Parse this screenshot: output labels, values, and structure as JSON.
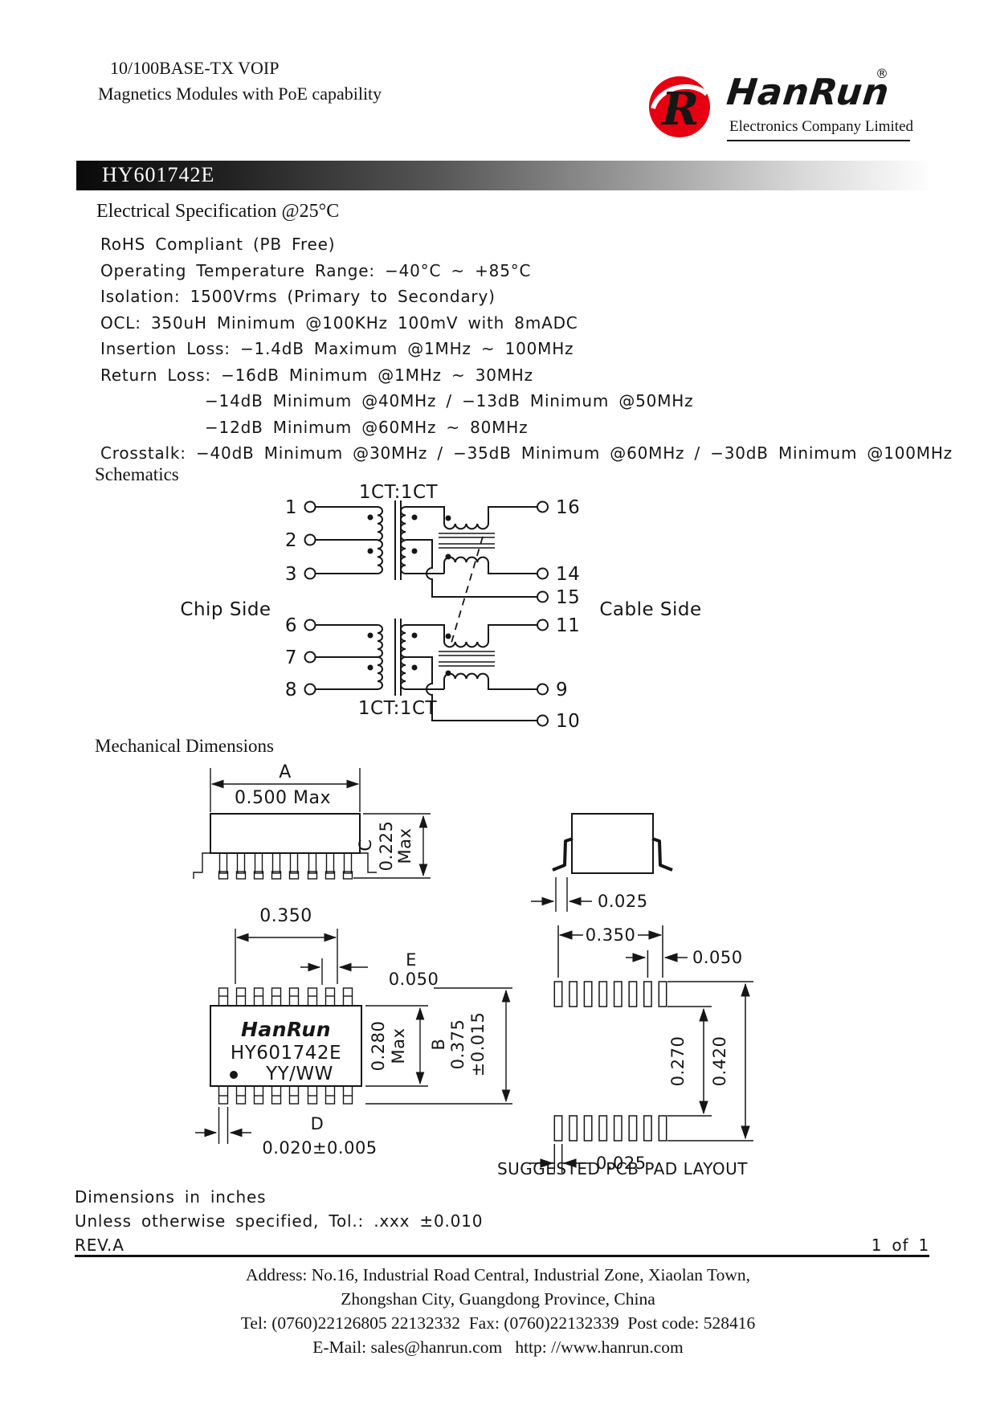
{
  "header": {
    "product_line1": "10/100BASE-TX VOIP",
    "product_line2": "Magnetics Modules with PoE capability",
    "logo": {
      "symbol": "R",
      "brand": "HanRun",
      "registered_mark": "®",
      "subtitle": "Electronics Company Limited",
      "circle_color": "#e60012",
      "symbol_color": "#ffd400"
    }
  },
  "part_banner": {
    "part_number": "HY601742E"
  },
  "electrical": {
    "heading": "Electrical Specification @25°C",
    "lines": [
      "RoHS Compliant (PB Free)",
      "Operating Temperature Range: −40°C ~ +85°C",
      "Isolation: 1500Vrms (Primary to Secondary)",
      "OCL: 350uH Minimum @100KHz 100mV with 8mADC",
      "Insertion Loss: −1.4dB Maximum @1MHz ~ 100MHz",
      "Return Loss: −16dB Minimum @1MHz ~ 30MHz",
      "−14dB Minimum @40MHz / −13dB Minimum @50MHz",
      "−12dB Minimum @60MHz ~ 80MHz",
      "Crosstalk: −40dB Minimum @30MHz / −35dB Minimum @60MHz / −30dB Minimum @100MHz"
    ]
  },
  "schematic": {
    "heading": "Schematics",
    "turns_ratio_top": "1CT:1CT",
    "turns_ratio_bottom": "1CT:1CT",
    "chip_side_label": "Chip Side",
    "cable_side_label": "Cable Side",
    "left_pins": [
      "1",
      "2",
      "3",
      "6",
      "7",
      "8"
    ],
    "right_pins": [
      "16",
      "14",
      "15",
      "11",
      "9",
      "10"
    ]
  },
  "mechanical": {
    "heading": "Mechanical Dimensions",
    "dim_a_label": "A",
    "dim_a_value": "0.500  Max",
    "dim_c_label": "C",
    "dim_c_value": "0.225",
    "dim_c_suffix": "Max",
    "dim_body_width": "0.350",
    "dim_e_label": "E",
    "dim_e_value": "0.050",
    "dim_height_value": "0.280",
    "dim_height_suffix": "Max",
    "dim_b_label": "B",
    "dim_b_value": "0.375",
    "dim_b_tol": "±0.015",
    "dim_d_label": "D",
    "dim_d_value": "0.020±0.005",
    "dim_lead_foot": "0.025",
    "marking": {
      "brand": "HanRun",
      "part": "HY601742E",
      "date_code": "YY/WW"
    },
    "pcb": {
      "dim_span": "0.350",
      "dim_pitch": "0.050",
      "dim_row_inner": "0.270",
      "dim_row_outer": "0.420",
      "dim_pad_width": "0.025",
      "caption": "SUGGESTED  PCB  PAD  LAYOUT"
    }
  },
  "notes": {
    "units": "Dimensions in inches",
    "tolerance": "Unless otherwise specified, Tol.: .xxx ±0.010",
    "revision": "REV.A",
    "page": "1 of 1"
  },
  "footer": {
    "address_line1": "Address: No.16, Industrial Road Central, Industrial Zone, Xiaolan Town,",
    "address_line2": "Zhongshan City, Guangdong Province, China",
    "contact_line": "Tel: (0760)22126805 22132332  Fax: (0760)22132339  Post code: 528416",
    "online_line": "E-Mail: sales@hanrun.com   http: //www.hanrun.com"
  }
}
